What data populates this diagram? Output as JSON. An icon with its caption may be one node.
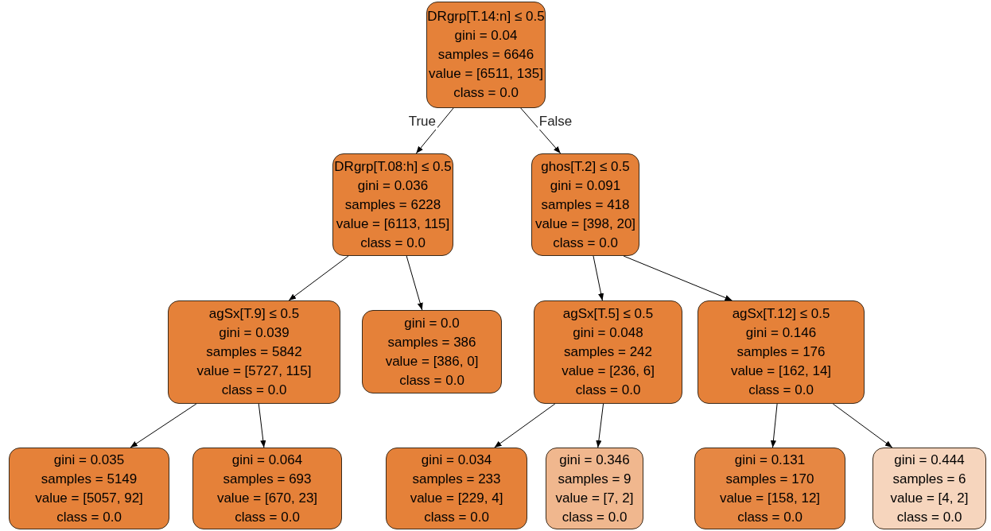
{
  "diagram": {
    "nodes": [
      {
        "text": [
          "DRgrp[T.14:n] ≤ 0.5",
          "gini = 0.04",
          "samples = 6646",
          "value = [6511, 135]",
          "class = 0.0"
        ]
      },
      {
        "text": [
          "DRgrp[T.08:h] ≤ 0.5",
          "gini = 0.036",
          "samples = 6228",
          "value = [6113, 115]",
          "class = 0.0"
        ]
      },
      {
        "text": [
          "ghos[T.2] ≤ 0.5",
          "gini = 0.091",
          "samples = 418",
          "value = [398, 20]",
          "class = 0.0"
        ]
      },
      {
        "text": [
          "agSx[T.9] ≤ 0.5",
          "gini = 0.039",
          "samples = 5842",
          "value = [5727, 115]",
          "class = 0.0"
        ]
      },
      {
        "text": [
          "gini = 0.0",
          "samples = 386",
          "value = [386, 0]",
          "class = 0.0"
        ]
      },
      {
        "text": [
          "agSx[T.5] ≤ 0.5",
          "gini = 0.048",
          "samples = 242",
          "value = [236, 6]",
          "class = 0.0"
        ]
      },
      {
        "text": [
          "agSx[T.12] ≤ 0.5",
          "gini = 0.146",
          "samples = 176",
          "value = [162, 14]",
          "class = 0.0"
        ]
      },
      {
        "text": [
          "gini = 0.035",
          "samples = 5149",
          "value = [5057, 92]",
          "class = 0.0"
        ]
      },
      {
        "text": [
          "gini = 0.064",
          "samples = 693",
          "value = [670, 23]",
          "class = 0.0"
        ]
      },
      {
        "text": [
          "gini = 0.034",
          "samples = 233",
          "value = [229, 4]",
          "class = 0.0"
        ]
      },
      {
        "text": [
          "gini = 0.346",
          "samples = 9",
          "value = [7, 2]",
          "class = 0.0"
        ]
      },
      {
        "text": [
          "gini = 0.131",
          "samples = 170",
          "value = [158, 12]",
          "class = 0.0"
        ]
      },
      {
        "text": [
          "gini = 0.444",
          "samples = 6",
          "value = [4, 2]",
          "class = 0.0"
        ]
      }
    ],
    "edges": [
      {
        "from": 0,
        "to": 1,
        "arrow": "to",
        "label": "True"
      },
      {
        "from": 0,
        "to": 2,
        "arrow": "to",
        "label": "False"
      },
      {
        "from": 1,
        "to": 3,
        "arrow": "to"
      },
      {
        "from": 1,
        "to": 4,
        "arrow": "to"
      },
      {
        "from": 2,
        "to": 5,
        "arrow": "to"
      },
      {
        "from": 2,
        "to": 6,
        "arrow": "to"
      },
      {
        "from": 3,
        "to": 7,
        "arrow": "to"
      },
      {
        "from": 3,
        "to": 8,
        "arrow": "to"
      },
      {
        "from": 5,
        "to": 9,
        "arrow": "to"
      },
      {
        "from": 5,
        "to": 10,
        "arrow": "to"
      },
      {
        "from": 6,
        "to": 11,
        "arrow": "to"
      },
      {
        "from": 6,
        "to": 12,
        "arrow": "to"
      }
    ]
  }
}
